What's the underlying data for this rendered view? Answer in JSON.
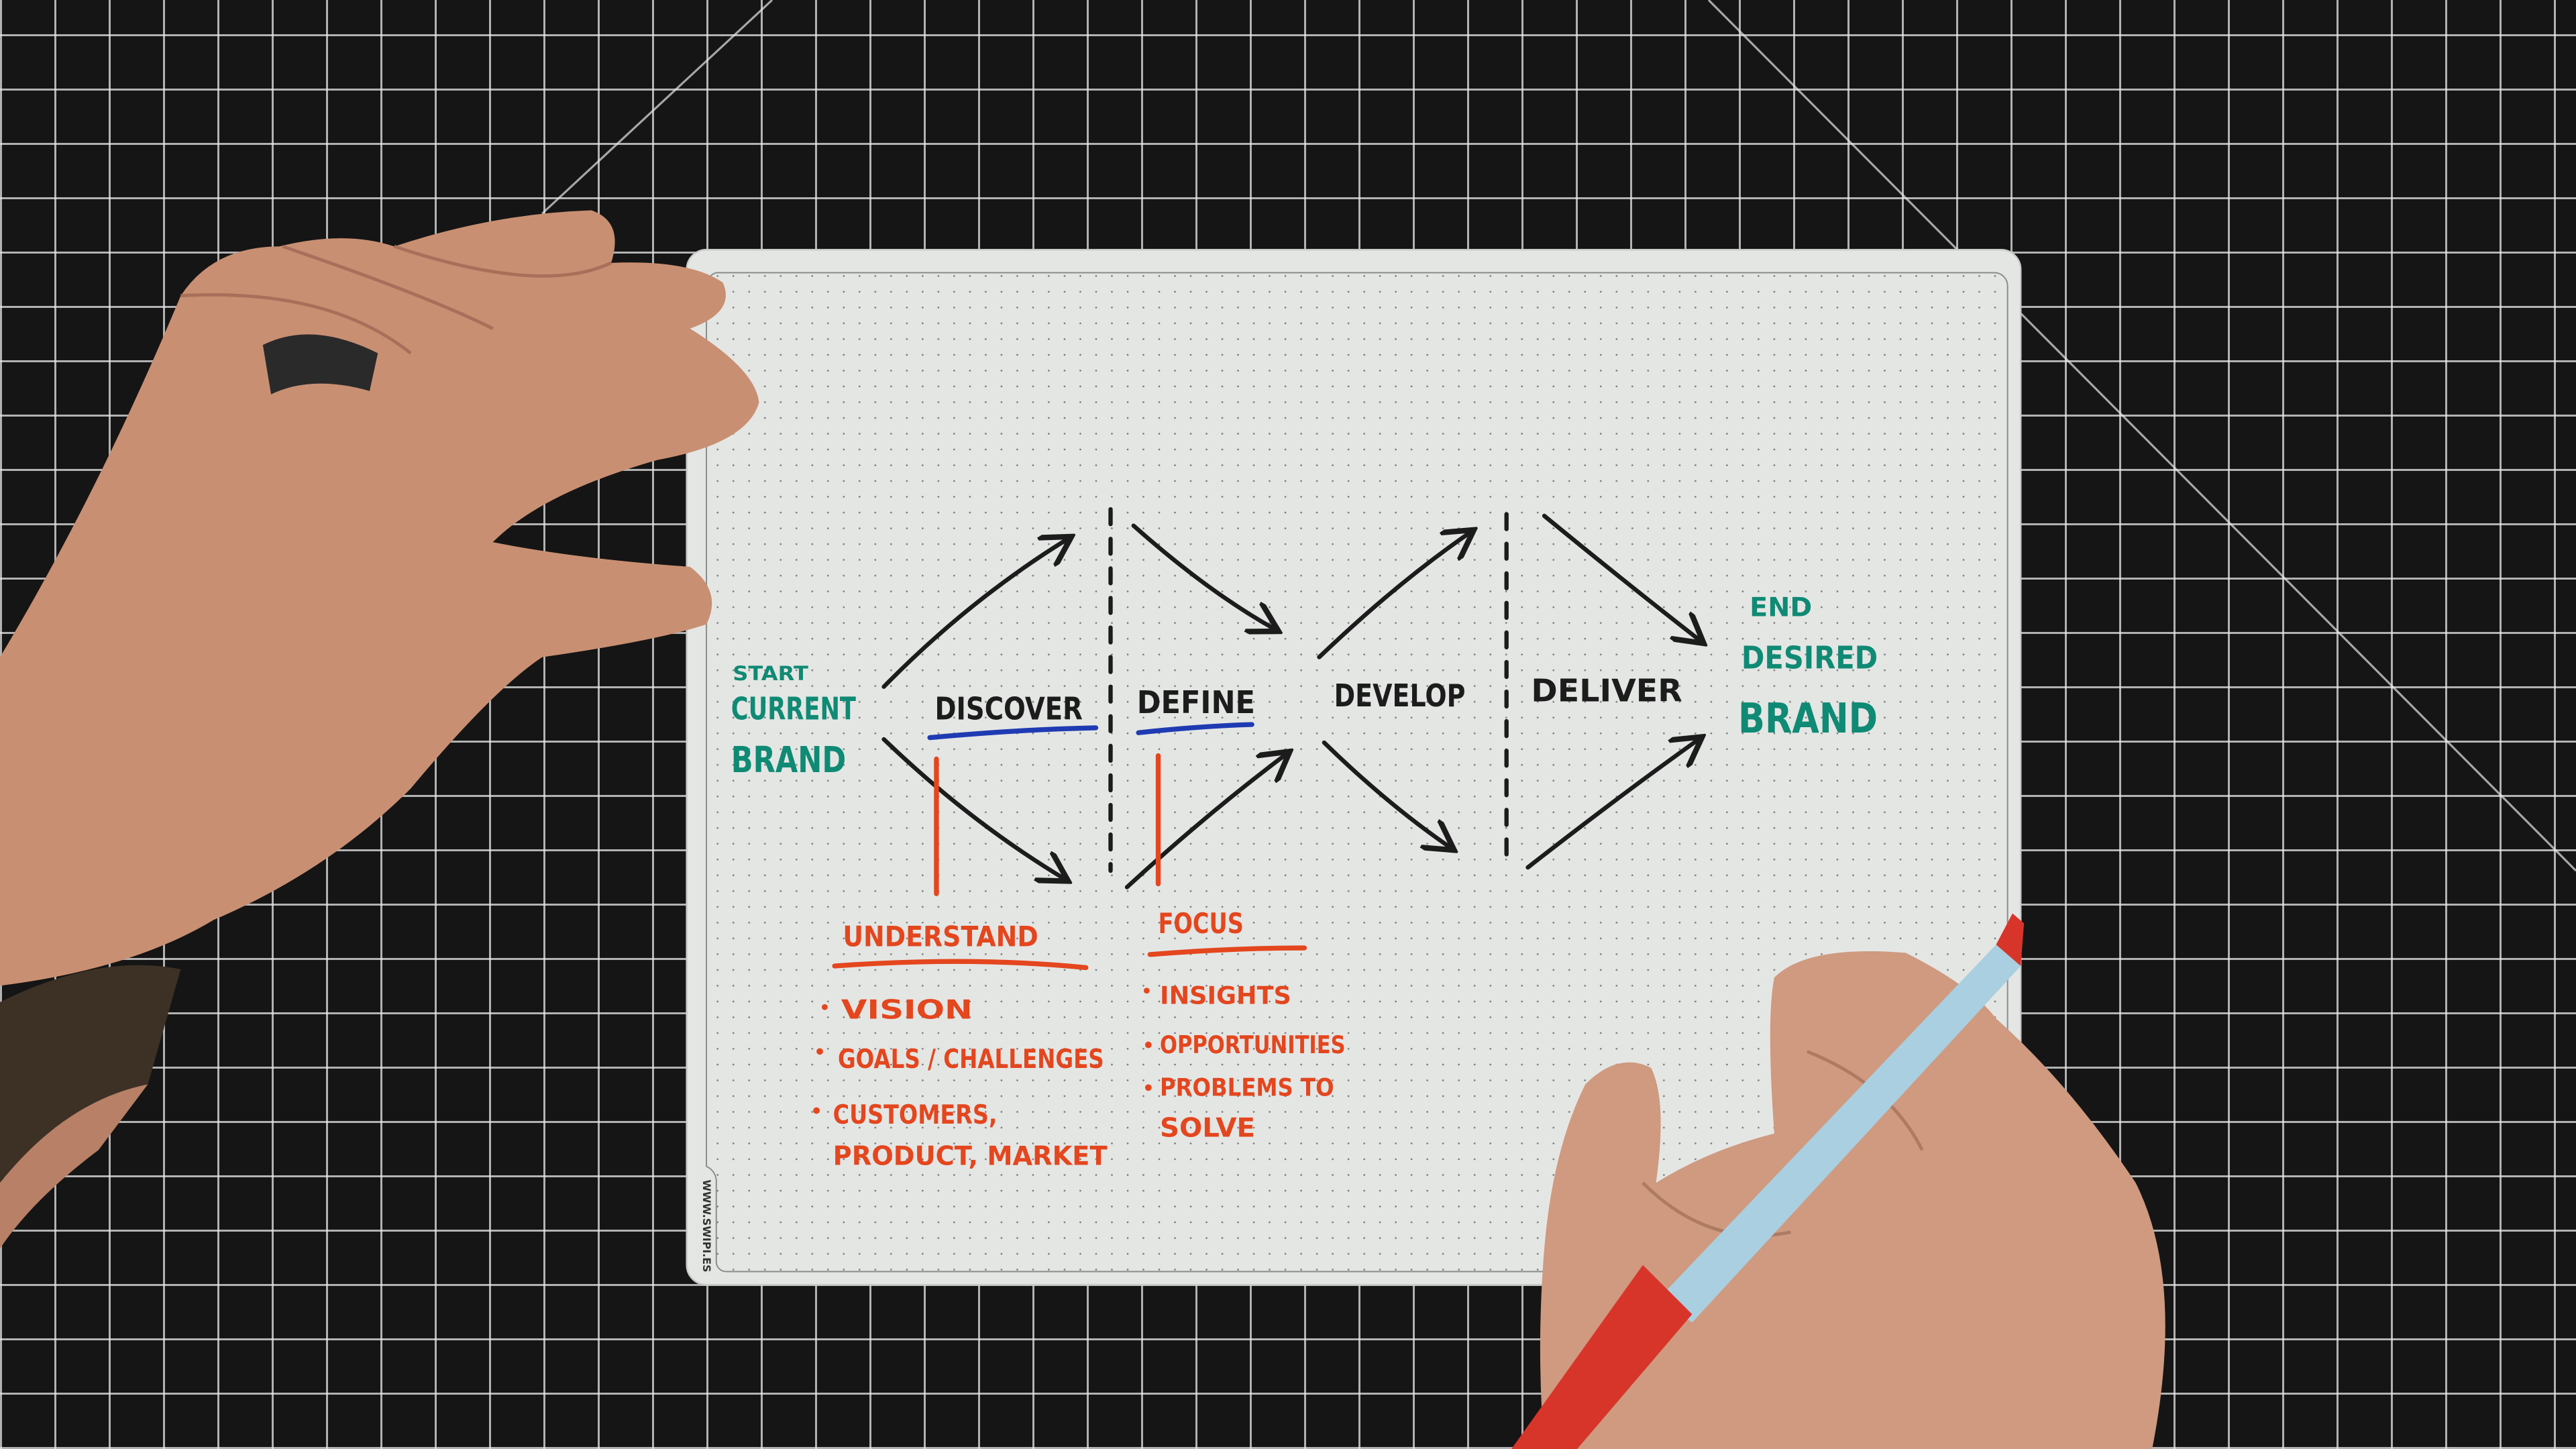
{
  "board": {
    "watermark": "WWW.SWIPI.ES"
  },
  "diagram": {
    "start": {
      "label": "START",
      "line1": "CURRENT",
      "line2": "BRAND"
    },
    "end": {
      "label": "END",
      "line1": "DESIRED",
      "line2": "BRAND"
    },
    "phases": [
      "DISCOVER",
      "DEFINE",
      "DEVELOP",
      "DELIVER"
    ],
    "understand": {
      "title": "UNDERSTAND",
      "items": [
        "VISION",
        "GOALS / CHALLENGES",
        "CUSTOMERS,",
        "PRODUCT, MARKET"
      ]
    },
    "focus": {
      "title": "FOCUS",
      "items": [
        "INSIGHTS",
        "OPPORTUNITIES",
        "PROBLEMS TO",
        "SOLVE"
      ]
    }
  },
  "colors": {
    "teal": "#0f8a74",
    "ink": "#1c1c1c",
    "blue": "#1f3bb3",
    "orange": "#e4461e",
    "board": "#e6e8e6",
    "mat": "#151515"
  }
}
